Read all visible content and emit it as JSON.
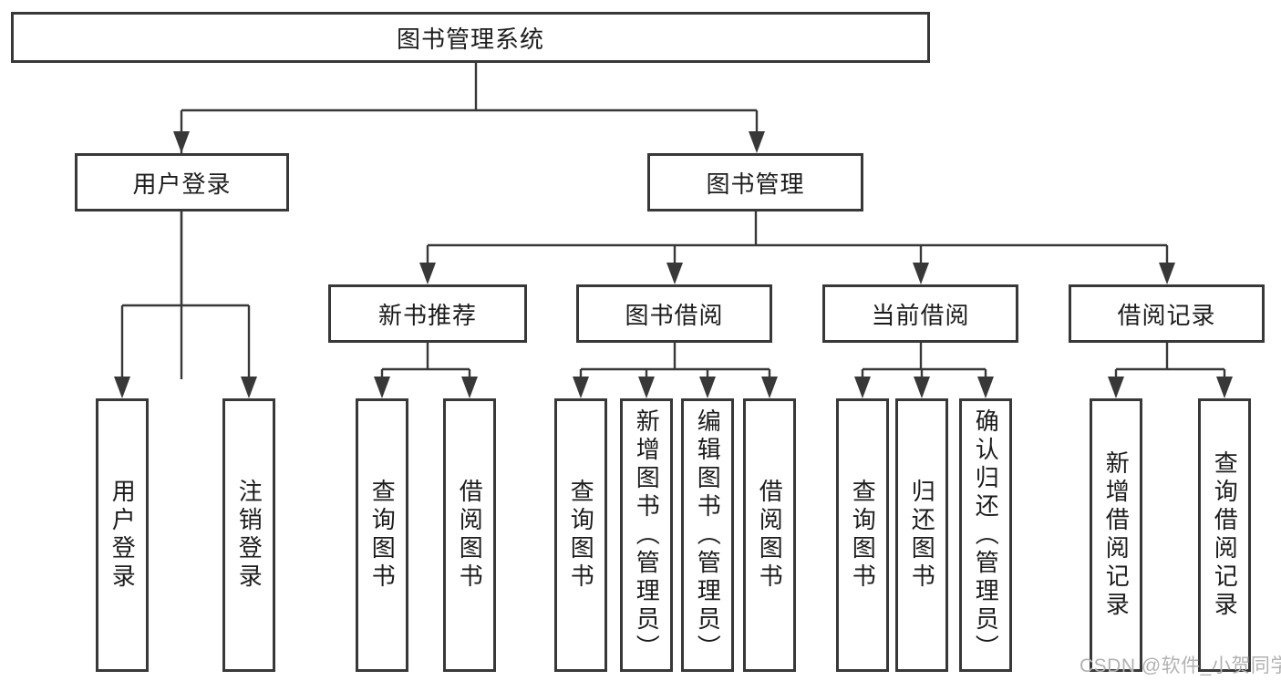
{
  "tree": {
    "label": "图书管理系统",
    "children": [
      {
        "label": "用户登录",
        "children": [
          {
            "label": "用户登录"
          },
          {
            "label": "注销登录"
          }
        ]
      },
      {
        "label": "图书管理",
        "children": [
          {
            "label": "新书推荐",
            "children": [
              {
                "label": "查询图书"
              },
              {
                "label": "借阅图书"
              }
            ]
          },
          {
            "label": "图书借阅",
            "children": [
              {
                "label": "查询图书"
              },
              {
                "label": "新增图书（管理员）"
              },
              {
                "label": "编辑图书（管理员）"
              },
              {
                "label": "借阅图书"
              }
            ]
          },
          {
            "label": "当前借阅",
            "children": [
              {
                "label": "查询图书"
              },
              {
                "label": "归还图书"
              },
              {
                "label": "确认归还（管理员）"
              }
            ]
          },
          {
            "label": "借阅记录",
            "children": [
              {
                "label": "新增借阅记录"
              },
              {
                "label": "查询借阅记录"
              }
            ]
          }
        ]
      }
    ]
  },
  "watermark": "CSDN @软件_小贺同学",
  "colors": {
    "line": "#383838",
    "text": "#1c1c1c",
    "box_background": "#ffffff",
    "page_background": "#ffffff",
    "watermark": "#b2b2b2"
  }
}
